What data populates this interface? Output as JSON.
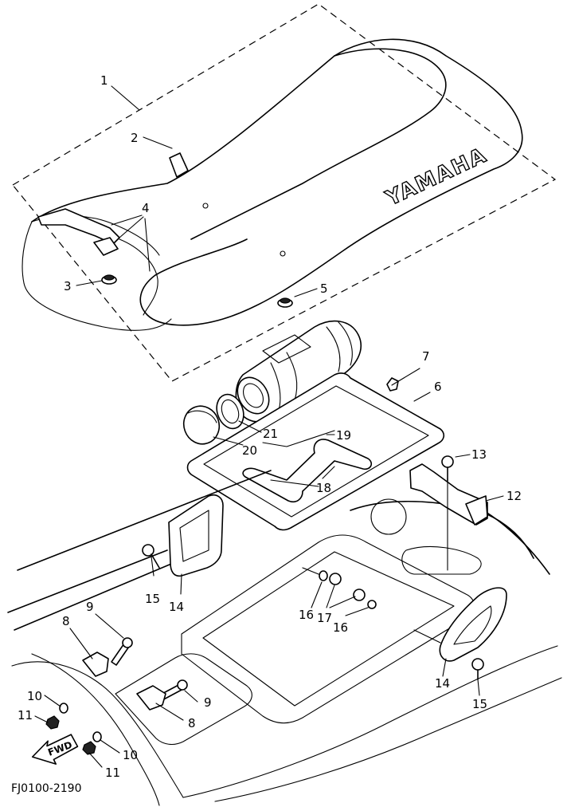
{
  "callouts": {
    "c1": "1",
    "c2": "2",
    "c3": "3",
    "c4": "4",
    "c5": "5",
    "c6": "6",
    "c7": "7",
    "c8a": "8",
    "c8b": "8",
    "c9a": "9",
    "c9b": "9",
    "c10a": "10",
    "c10b": "10",
    "c11a": "11",
    "c11b": "11",
    "c12": "12",
    "c13": "13",
    "c14a": "14",
    "c14b": "14",
    "c15a": "15",
    "c15b": "15",
    "c16a": "16",
    "c16b": "16",
    "c17": "17",
    "c18": "18",
    "c19": "19",
    "c20": "20",
    "c21": "21"
  },
  "seat_brand": "YAMAHA",
  "fwd_label": "FWD",
  "diagram_code": "FJ0100-2190"
}
